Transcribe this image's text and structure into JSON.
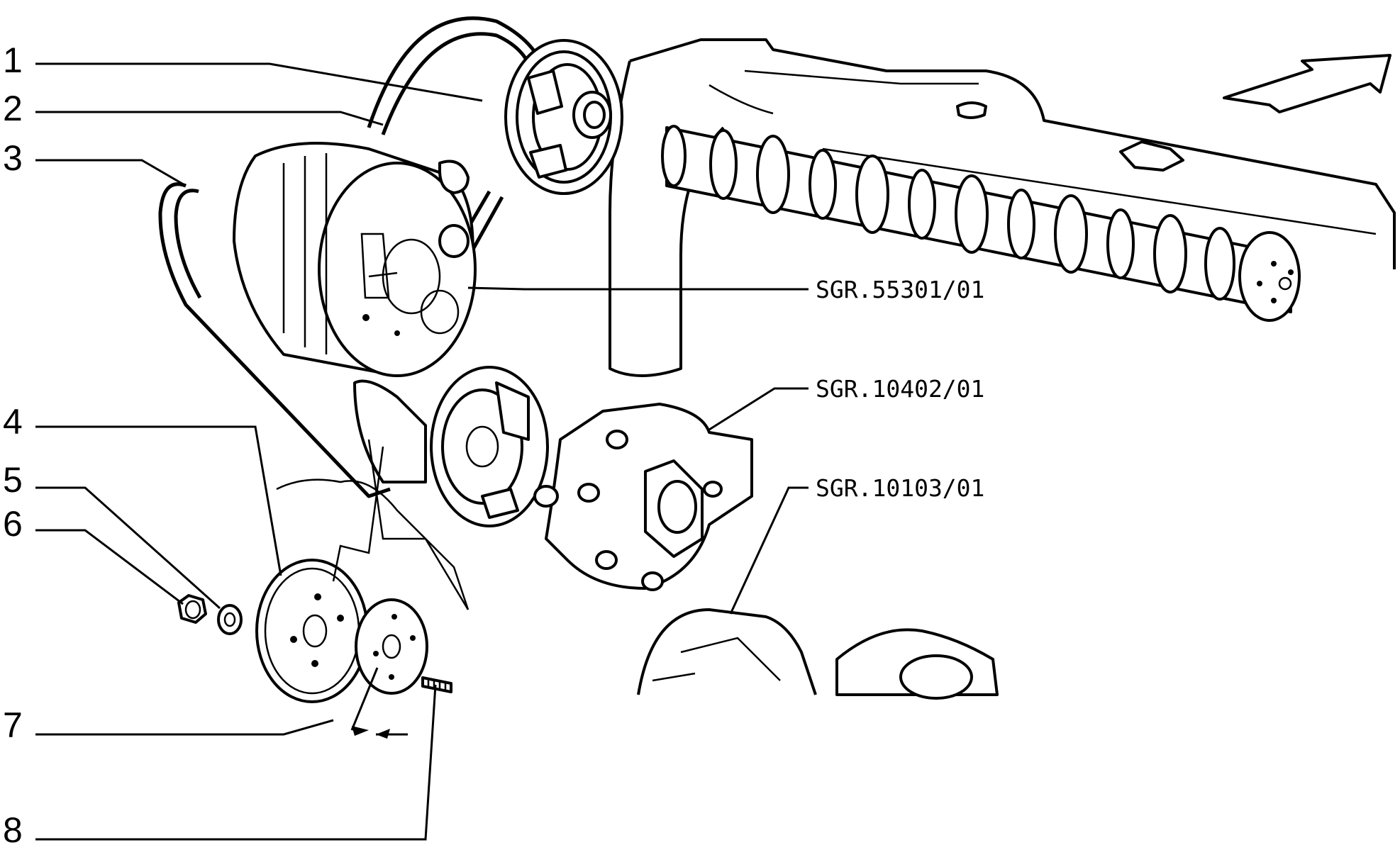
{
  "callouts": [
    {
      "id": "1",
      "label": "1"
    },
    {
      "id": "2",
      "label": "2"
    },
    {
      "id": "3",
      "label": "3"
    },
    {
      "id": "4",
      "label": "4"
    },
    {
      "id": "5",
      "label": "5"
    },
    {
      "id": "6",
      "label": "6"
    },
    {
      "id": "7",
      "label": "7"
    },
    {
      "id": "8",
      "label": "8"
    }
  ],
  "references": [
    {
      "id": "alternator",
      "label": "SGR.55301/01"
    },
    {
      "id": "water-pump",
      "label": "SGR.10402/01"
    },
    {
      "id": "crankshaft",
      "label": "SGR.10103/01"
    }
  ],
  "colors": {
    "line": "#000000",
    "background": "#ffffff"
  }
}
